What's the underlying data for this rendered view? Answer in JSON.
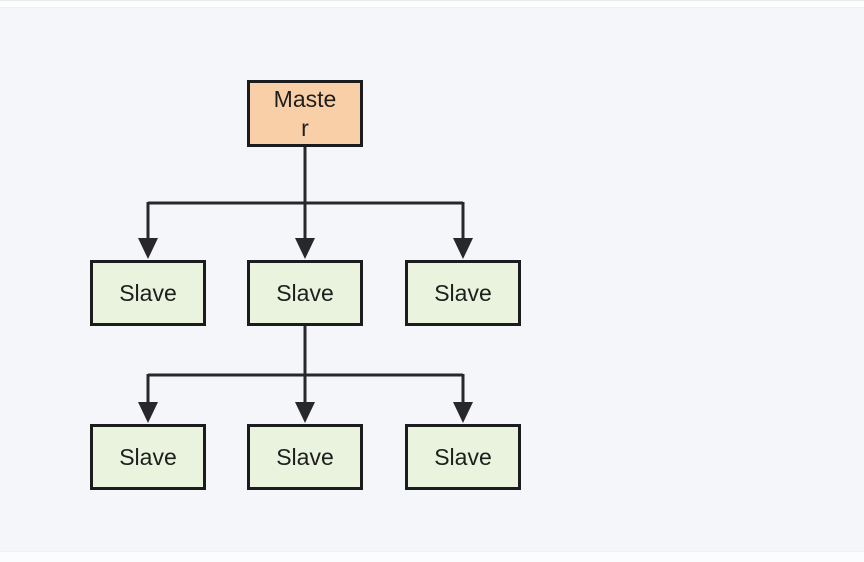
{
  "colors": {
    "background": "#f5f6f9",
    "master_fill": "#f8cfa6",
    "slave_fill": "#e9f3dd",
    "node_border": "#1c1c1e",
    "connector": "#28282a"
  },
  "nodes": {
    "master": {
      "label": "Master",
      "displayed_lines": [
        "Maste",
        "r"
      ]
    },
    "slaves_level1": [
      {
        "label": "Slave"
      },
      {
        "label": "Slave"
      },
      {
        "label": "Slave"
      }
    ],
    "slaves_level2": [
      {
        "label": "Slave"
      },
      {
        "label": "Slave"
      },
      {
        "label": "Slave"
      }
    ]
  },
  "diagram": {
    "type": "tree",
    "edges": [
      {
        "from": "master",
        "to": [
          "slave-l1-1",
          "slave-l1-2",
          "slave-l1-3"
        ]
      },
      {
        "from": "slave-l1-2",
        "to": [
          "slave-l2-1",
          "slave-l2-2",
          "slave-l2-3"
        ]
      }
    ]
  }
}
